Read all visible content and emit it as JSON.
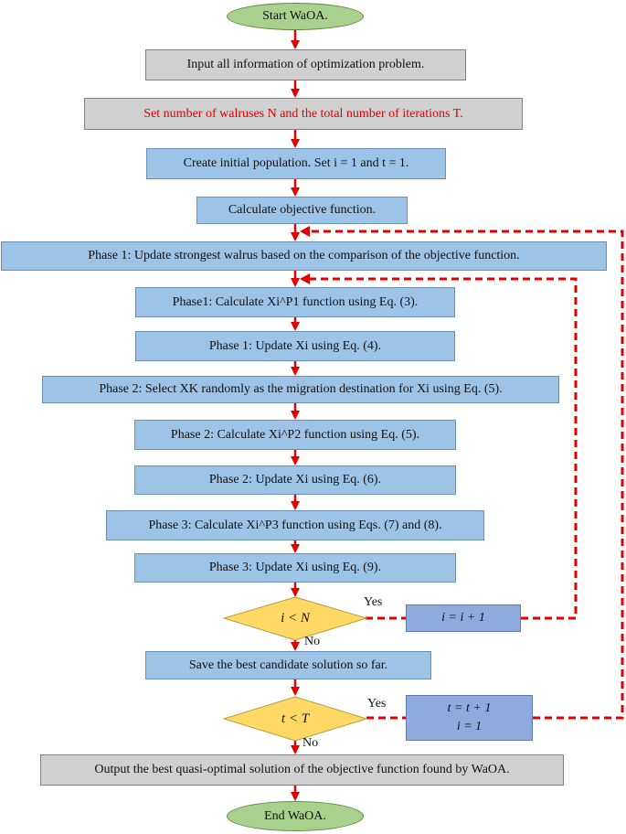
{
  "start": "Start WaOA.",
  "input": "Input all information of optimization problem.",
  "set_params": "Set number of walruses N and the total number of iterations T.",
  "create": "Create initial population. Set i = 1 and t = 1.",
  "calc_obj": "Calculate objective function.",
  "phase1_update_strong": "Phase 1: Update strongest walrus based on the comparison of the objective function.",
  "phase1_calc": "Phase1: Calculate Xi^P1 function using Eq. (3).",
  "phase1_update": "Phase 1: Update Xi using Eq. (4).",
  "phase2_select": "Phase 2: Select XK randomly as the migration destination for Xi using Eq. (5).",
  "phase2_calc": "Phase 2: Calculate Xi^P2 function using Eq. (5).",
  "phase2_update": "Phase 2: Update Xi using Eq. (6).",
  "phase3_calc": "Phase 3: Calculate Xi^P3 function using Eqs. (7) and (8).",
  "phase3_update": "Phase 3: Update Xi using Eq. (9).",
  "cond_i": "i < N",
  "inc_i": "i = i + 1",
  "save_best": "Save the best candidate solution so far.",
  "cond_t": "t < T",
  "inc_t_line1": "t = t + 1",
  "inc_t_line2": "i = 1",
  "output": "Output the best quasi-optimal solution of the objective function found by WaOA.",
  "end": "End WaOA.",
  "yes": "Yes",
  "no": "No",
  "colors": {
    "process_fill": "#9dc3e6",
    "io_fill": "#d0d0d0",
    "terminal_fill": "#a9d18e",
    "decision_fill": "#ffd966",
    "counter_fill": "#8faadc",
    "arrow": "#e00000",
    "highlight_text": "#e00000"
  }
}
